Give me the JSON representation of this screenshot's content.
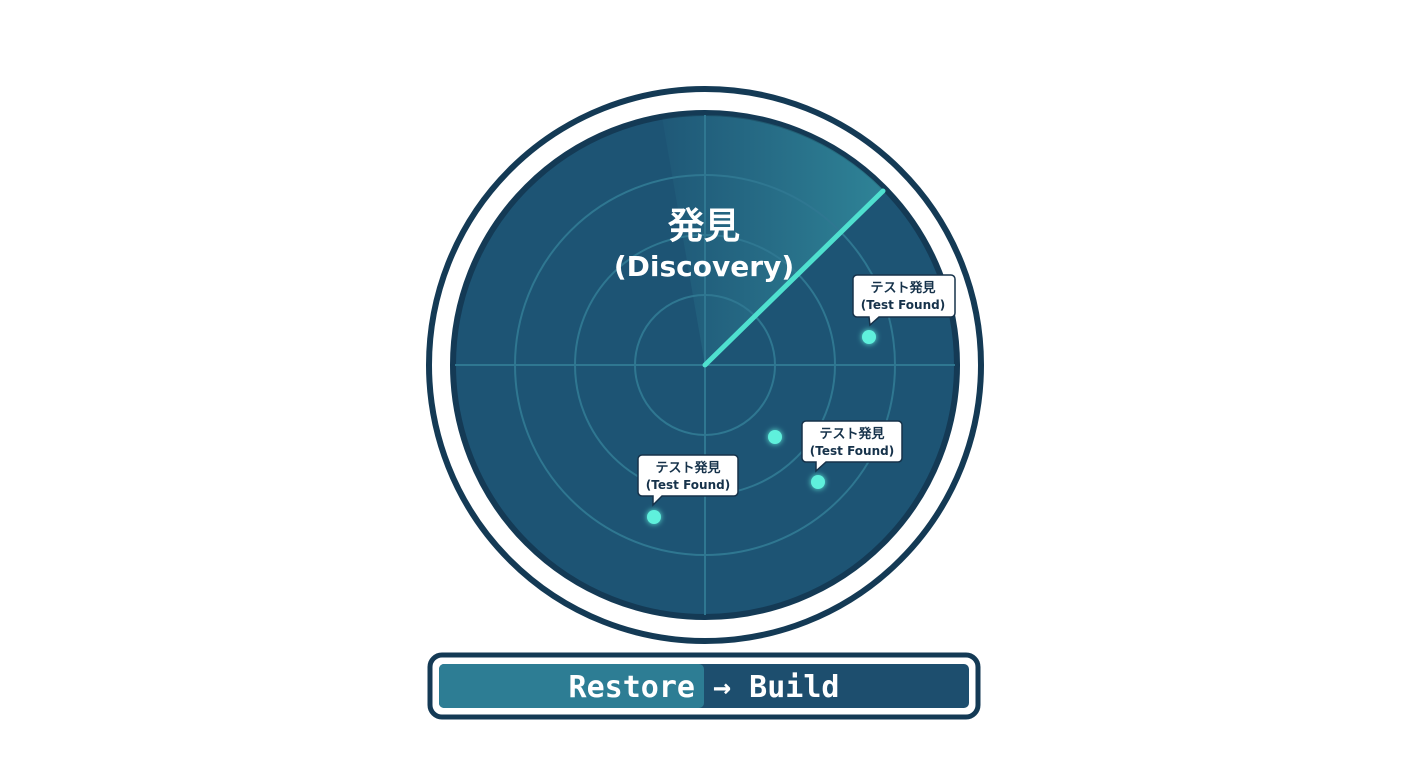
{
  "radar": {
    "title_ja": "発見",
    "title_en": "(Discovery)",
    "colors": {
      "frame": "#143a55",
      "face": "#1d5474",
      "grid": "#2f7791",
      "sweep": "#4fe0cf",
      "blip": "#5ff0dc"
    },
    "blips": [
      {
        "label_ja": "テスト発見",
        "label_en": "(Test Found)"
      },
      {
        "label_ja": "テスト発見",
        "label_en": "(Test Found)"
      },
      {
        "label_ja": "テスト発見",
        "label_en": "(Test Found)"
      },
      {
        "label_ja": "",
        "label_en": ""
      }
    ]
  },
  "progress": {
    "label": "Restore → Build",
    "value_fraction": 0.5,
    "colors": {
      "fill": "#2d7d94",
      "track": "#1d4e6e",
      "frame": "#143a55"
    }
  }
}
